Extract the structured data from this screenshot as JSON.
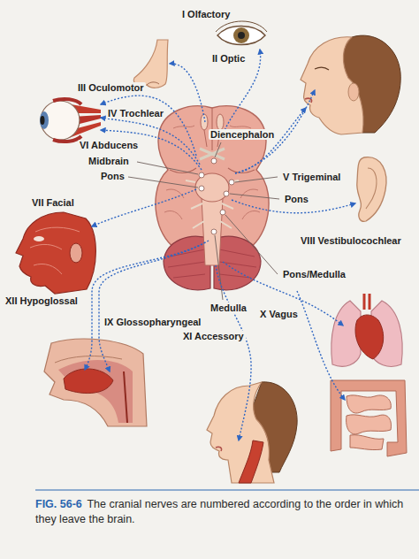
{
  "diagram": {
    "caption": "The cranial nerves are numbered according to the order in which they leave the brain.",
    "labels": [
      "I Olfactory",
      "II Optic",
      "III Oculomotor",
      "IV Trochlear",
      "VI Abducens",
      "Diencephalon",
      "Midbrain",
      "Pons",
      "V Trigeminal",
      "Pons",
      "VII Facial",
      "VIII Vestibulocochlear",
      "Pons/Medulla",
      "XII Hypoglossal",
      "IX Glossopharyngeal",
      "Medulla",
      "X Vagus",
      "XI Accessory",
      "FIG. 56-6"
    ]
  }
}
